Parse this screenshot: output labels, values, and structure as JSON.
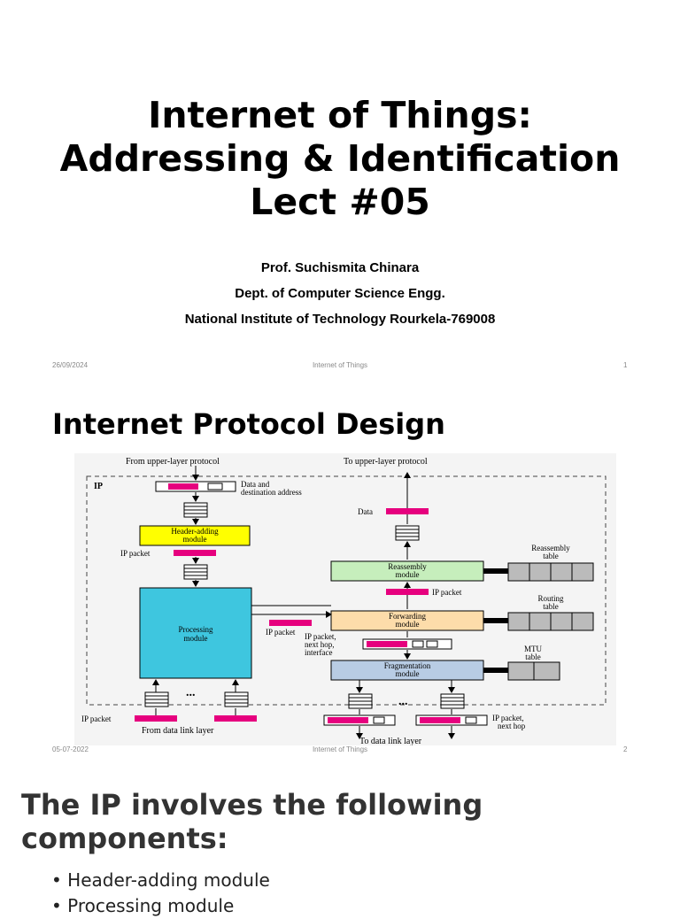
{
  "slide1": {
    "title_lines": [
      "Internet of Things:",
      "Addressing & Identification",
      "Lect #05"
    ],
    "author": "Prof. Suchismita Chinara",
    "department": "Dept. of Computer Science Engg.",
    "institute": "National Institute of Technology Rourkela-769008",
    "footer_date": "26/09/2024",
    "footer_center": "Internet of Things",
    "footer_page": "1"
  },
  "slide2": {
    "title": "Internet Protocol Design",
    "diagram": {
      "from_upper": "From upper-layer protocol",
      "to_upper": "To upper-layer protocol",
      "ip_label": "IP",
      "data_dest_1": "Data and",
      "data_dest_2": "destination address",
      "data": "Data",
      "header_adding_1": "Header-adding",
      "header_adding_2": "module",
      "ip_packet": "IP packet",
      "reassembly_1": "Reassembly",
      "reassembly_2": "module",
      "reassembly_table_1": "Reassembly",
      "reassembly_table_2": "table",
      "processing_1": "Processing",
      "processing_2": "module",
      "forwarding_1": "Forwarding",
      "forwarding_2": "module",
      "routing_table_1": "Routing",
      "routing_table_2": "table",
      "fwd_out_1": "IP packet,",
      "fwd_out_2": "next hop,",
      "fwd_out_3": "interface",
      "fragmentation_1": "Fragmentation",
      "fragmentation_2": "module",
      "mtu_1": "MTU",
      "mtu_2": "table",
      "dots": "...",
      "from_data_link": "From data link layer",
      "to_data_link": "To data link layer",
      "out_label_1": "IP packet,",
      "out_label_2": "next hop"
    },
    "footer_date": "05-07-2022",
    "footer_center": "Internet of Things",
    "footer_page": "2"
  },
  "slide3": {
    "title_lines": [
      "The IP involves the following",
      "components:"
    ],
    "bullets": [
      "Header-adding module",
      "Processing module"
    ]
  }
}
